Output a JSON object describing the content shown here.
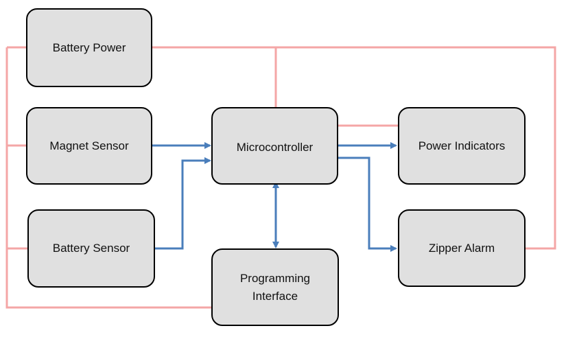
{
  "blocks": {
    "battery_power": "Battery Power",
    "magnet_sensor": "Magnet Sensor",
    "battery_sensor": "Battery Sensor",
    "microcontroller": "Microcontroller",
    "programming_interface": "Programming\nInterface",
    "power_indicators": "Power Indicators",
    "zipper_alarm": "Zipper Alarm"
  },
  "colors": {
    "power_line": "#f4a6a6",
    "signal_arrow": "#4a7ebb",
    "block_fill": "#e0e0e0",
    "block_border": "#000000"
  }
}
